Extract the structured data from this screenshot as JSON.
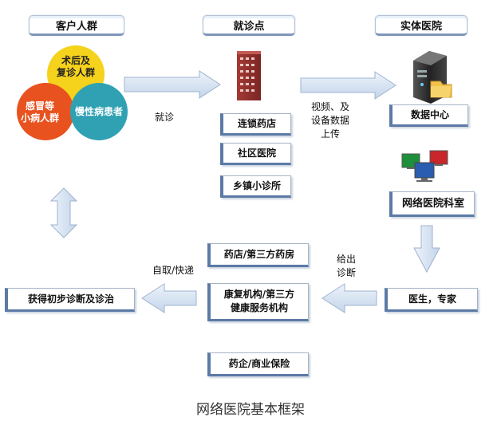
{
  "headers": {
    "customers": "客户人群",
    "clinic": "就诊点",
    "hospital": "实体医院"
  },
  "customer_groups": {
    "postop_line1": "术后及",
    "postop_line2": "复诊人群",
    "cold_line1": "感冒等",
    "cold_line2": "小病人群",
    "chronic": "慢性病患者"
  },
  "clinic_points": [
    "连锁药店",
    "社区医院",
    "乡镇小诊所"
  ],
  "labels": {
    "visit": "就诊",
    "upload_line1": "视频、及",
    "upload_line2": "设备数据",
    "upload_line3": "上传",
    "diagnosis_line1": "给出",
    "diagnosis_line2": "诊断",
    "pickup": "自取/快递"
  },
  "data_center": "数据中心",
  "online_dept": "网络医院科室",
  "doctor": "医生，专家",
  "services": {
    "pharmacy": "药店/第三方药房",
    "rehab_line1": "康复机构/第三方",
    "rehab_line2": "健康服务机构",
    "insurance": "药企/商业保险"
  },
  "result": "获得初步诊断及诊治",
  "caption": "网络医院基本框架",
  "colors": {
    "yellow": "#f5d21b",
    "red": "#e8521f",
    "teal": "#2fa1b3",
    "box_border": "#5c7aa6",
    "arrow_fill": "#d5e2f2"
  }
}
